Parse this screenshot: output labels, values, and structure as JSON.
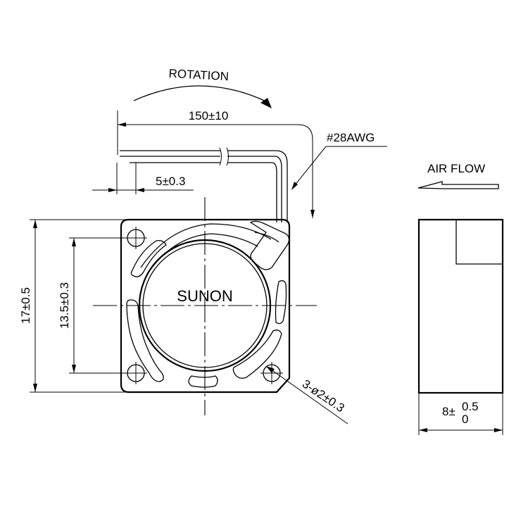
{
  "rotation_label": "ROTATION",
  "cable_length": "150±10",
  "wire_gauge": "#28AWG",
  "strip_length": "5±0.3",
  "air_flow_label": "AIR FLOW",
  "brand": "SUNON",
  "height": "17±0.5",
  "hole_spacing": "13.5±0.3",
  "holes": "3-ø2±0.3",
  "depth": {
    "base": "8±",
    "upper_tol": "0.5",
    "lower_tol": "0"
  }
}
